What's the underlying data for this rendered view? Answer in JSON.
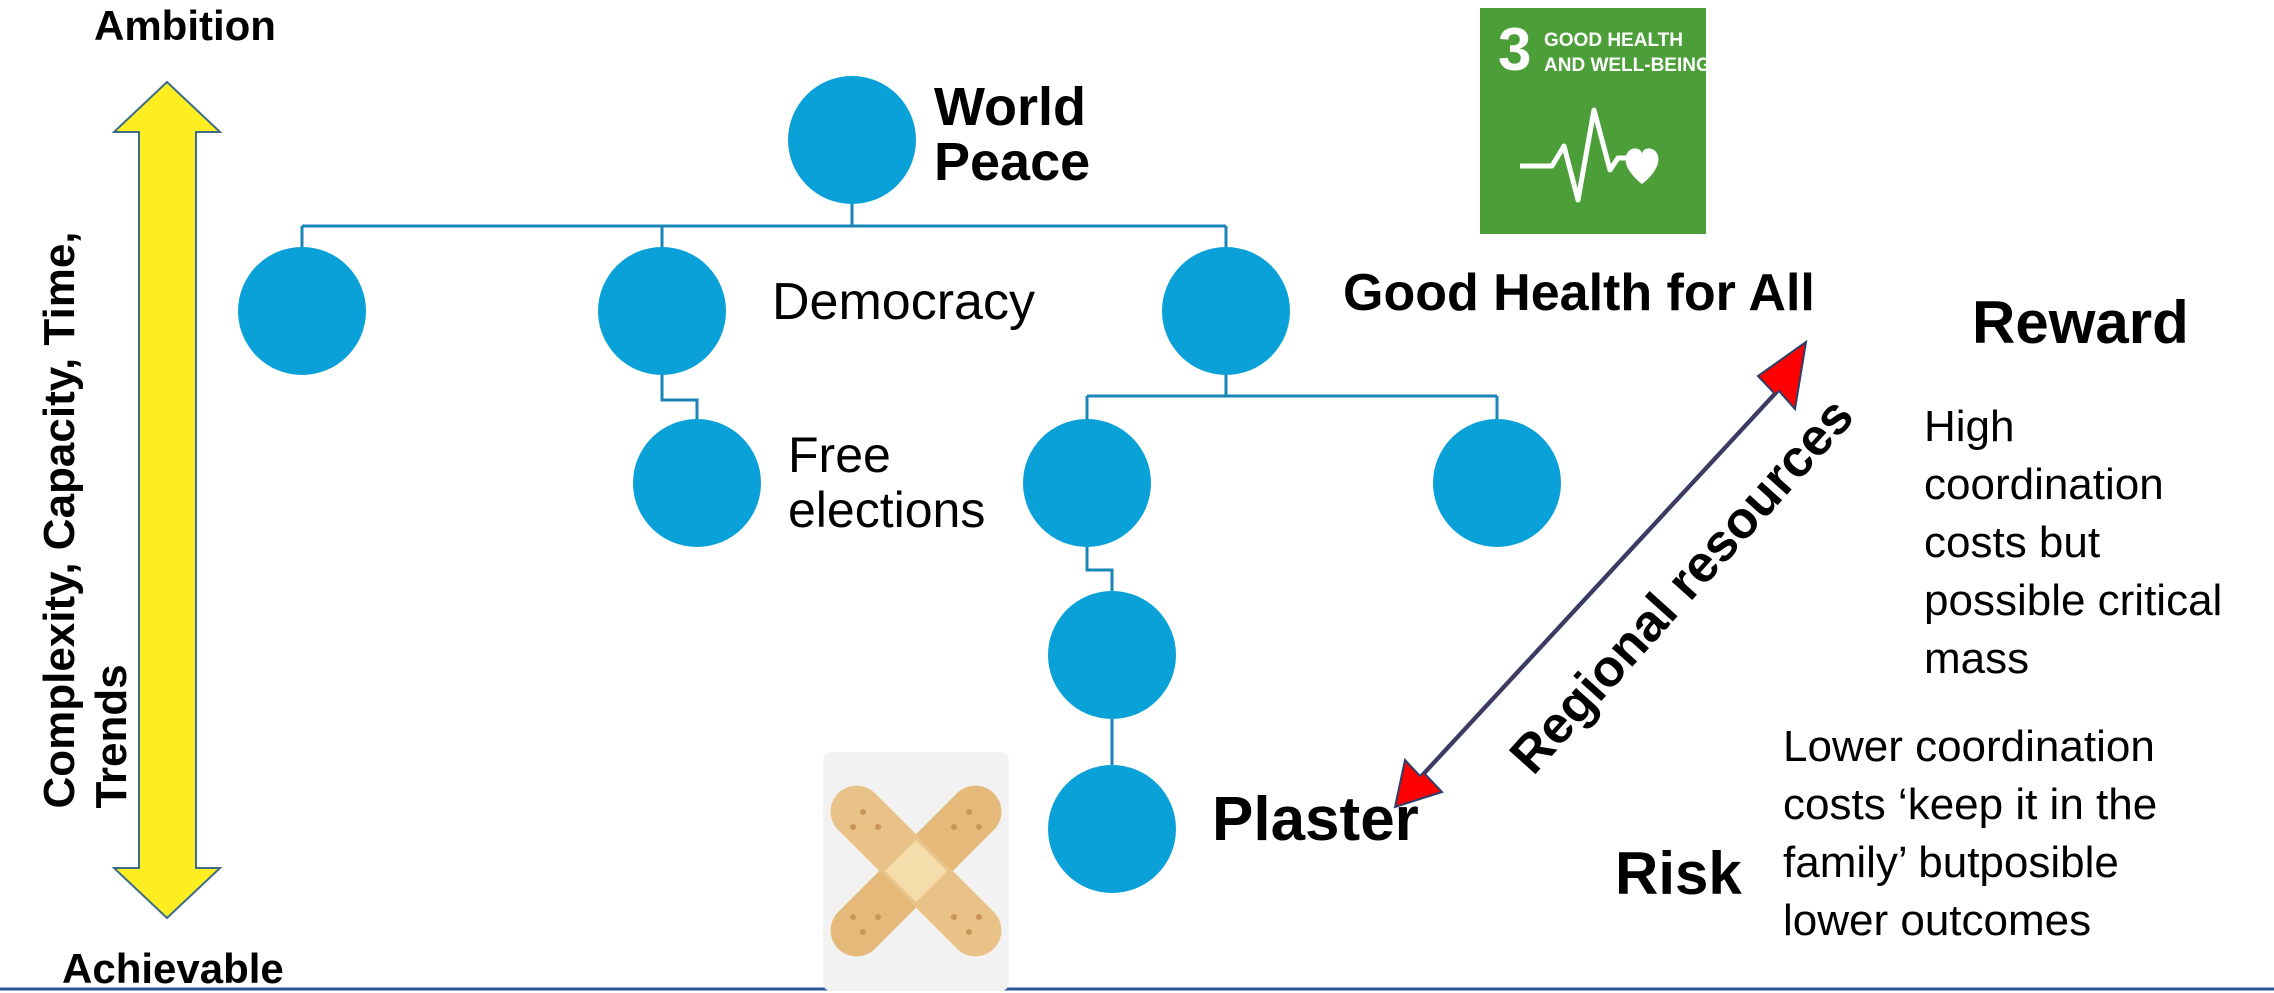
{
  "scale": {
    "top_label": "Ambition",
    "bottom_label": "Achievable",
    "axis_label": "Complexity, Capacity, Time,\nTrends",
    "arrow_color": "#fdee21"
  },
  "tree": {
    "root_label": "World\nPeace",
    "democracy_label": "Democracy",
    "free_elections_label": "Free\nelections",
    "good_health_label": "Good Health for All",
    "plaster_label": "Plaster",
    "node_color": "#0aa1d8",
    "line_color": "#1a86b8"
  },
  "sdg": {
    "number": "3",
    "title": "GOOD HEALTH\nAND WELL-BEING",
    "tile_color": "#4c9f38",
    "icon": "heartbeat-heart-icon"
  },
  "plaster_icon": "crossed-plasters-icon",
  "spectrum": {
    "arrow_label": "Regional resources",
    "arrow_color": "#ff0000",
    "reward_label": "Reward",
    "reward_description": "High\ncoordination\ncosts but\npossible critical\nmass",
    "risk_label": "Risk",
    "risk_description": "Lower coordination\ncosts ‘keep it in the\nfamily’ butposible\nlower outcomes"
  },
  "footer_line_color": "#2e5597"
}
